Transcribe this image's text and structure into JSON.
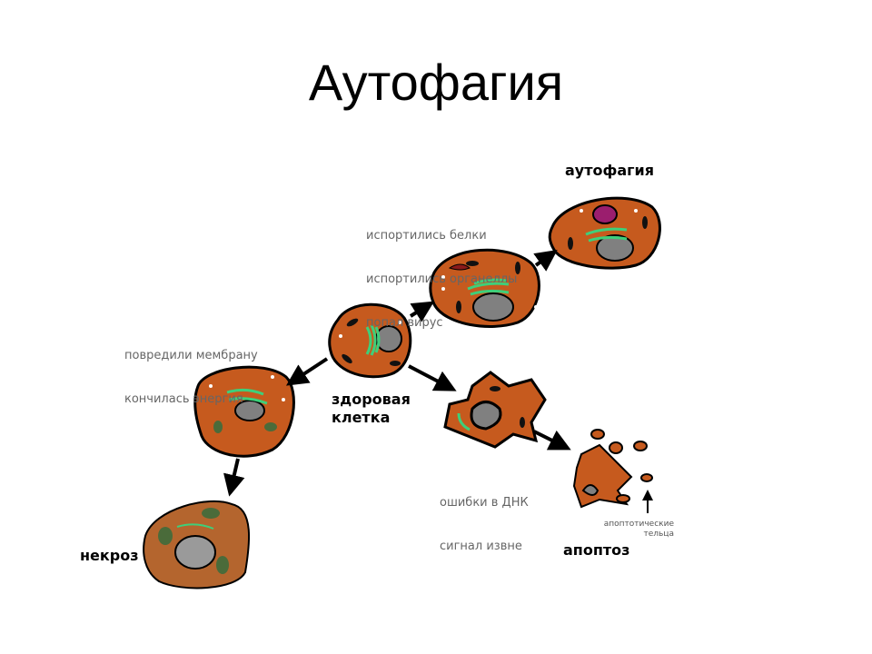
{
  "slide": {
    "title": "Аутофагия"
  },
  "labels": {
    "autophagy": "аутофагия",
    "healthy_cell": [
      "здоровая",
      "клетка"
    ],
    "necrosis": "некроз",
    "apoptosis": "апоптоз",
    "apoptotic_bodies": [
      "апоптотические",
      "тельца"
    ]
  },
  "notes": {
    "autophagy_causes": [
      "испортились белки",
      "испортились органеллы",
      "попал вирус"
    ],
    "necrosis_causes": [
      "повредили мембрану",
      "кончилась энергия"
    ],
    "apoptosis_causes": [
      "ошибки в ДНК",
      "сигнал извне"
    ]
  },
  "colors": {
    "cell": "#c65a1e",
    "cell_dull": "#b4652e",
    "nucleus": "#808080",
    "er": "#3ecf7a",
    "dark_organelle": "#1a1a1a",
    "necrotic_spot": "#4a6b3a",
    "outline": "#000000"
  }
}
